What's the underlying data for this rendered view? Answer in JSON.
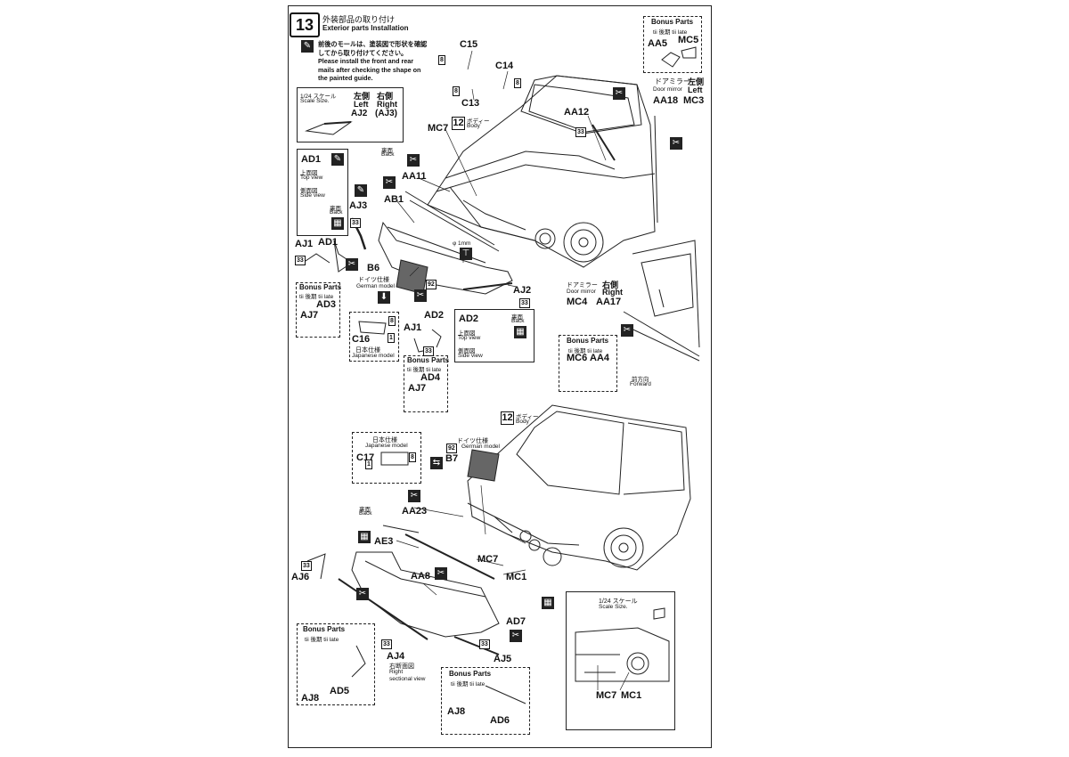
{
  "step": {
    "number": "13",
    "title_jp": "外装部品の取り付け",
    "title_en": "Exterior parts Installation"
  },
  "note": {
    "jp": "前後のモールは、塗装図で形状を確認してから取り付けてください。",
    "en": "Please install the front and rear mails after checking the shape on the painted guide."
  },
  "scale_box_top": {
    "title": "1/24 スケール",
    "subtitle": "Scale Size.",
    "left_jp": "左側",
    "left_en": "Left",
    "left_part": "AJ2",
    "right_jp": "右側",
    "right_en": "Right",
    "right_part": "(AJ3)"
  },
  "ad1_box": {
    "part": "AD1",
    "top_view_jp": "上面図",
    "top_view_en": "Top view",
    "side_view_jp": "側面図",
    "side_view_en": "Side view",
    "back_jp": "裏面",
    "back_en": "Back"
  },
  "bonus_top_right": {
    "title": "Bonus Parts",
    "sub": "tii 後期 tii late",
    "parts": [
      "AA5",
      "MC5"
    ]
  },
  "door_mirror_left": {
    "jp": "ドアミラー",
    "side_jp": "左側",
    "en": "Door mirror",
    "side_en": "Left",
    "parts": [
      "AA18",
      "MC3"
    ]
  },
  "door_mirror_right": {
    "jp": "ドアミラー",
    "side_jp": "右側",
    "en": "Door mirror",
    "side_en": "Right",
    "parts": [
      "MC4",
      "AA17"
    ]
  },
  "bonus_mirror_right": {
    "title": "Bonus Parts",
    "sub": "tii 後期 tii late",
    "parts": [
      "MC6",
      "AA4"
    ]
  },
  "forward": {
    "jp": "前方向",
    "en": "Forward"
  },
  "front_labels": {
    "C15": "C15",
    "C14": "C14",
    "C13": "C13",
    "MC7": "MC7",
    "AA12": "AA12",
    "AA11": "AA11",
    "AB1": "AB1",
    "AJ3": "AJ3",
    "AJ1": "AJ1",
    "AD1": "AD1",
    "B6": "B6",
    "AJ2": "AJ2",
    "AD2": "AD2",
    "AJ1b": "AJ1",
    "C16": "C16",
    "phi": "φ 1mm",
    "body_num": "12",
    "body_jp": "ボディー",
    "body_en": "Body",
    "back_jp": "裏面",
    "back_en": "Back",
    "german_jp": "ドイツ仕様",
    "german_en": "German model",
    "japan_jp": "日本仕様",
    "japan_en": "Japanese model"
  },
  "bonus_ad3": {
    "title": "Bonus Parts",
    "sub": "tii 後期 tii late",
    "parts": [
      "AD3",
      "AJ7"
    ]
  },
  "bonus_ad4": {
    "title": "Bonus Parts",
    "sub": "tii 後期 tii late",
    "parts": [
      "AD4",
      "AJ7"
    ]
  },
  "ad2_box": {
    "part": "AD2",
    "top_view_jp": "上面図",
    "top_view_en": "Top view",
    "side_view_jp": "側面図",
    "side_view_en": "Side view",
    "back_jp": "裏面",
    "back_en": "Back"
  },
  "rear_labels": {
    "body_num": "12",
    "body_jp": "ボディー",
    "body_en": "Body",
    "german_jp": "ドイツ仕様",
    "german_en": "German model",
    "B7": "B7",
    "japan_jp": "日本仕様",
    "japan_en": "Japanese model",
    "C17": "C17",
    "AA23": "AA23",
    "AE3": "AE3",
    "MC7": "MC7",
    "MC1": "MC1",
    "AJ6": "AJ6",
    "AA8": "AA8",
    "AD7": "AD7",
    "AJ5": "AJ5",
    "AJ4": "AJ4",
    "back_jp": "裏面",
    "back_en": "Back",
    "sect_jp": "右断面図",
    "sect_en1": "Right",
    "sect_en2": "sectional view"
  },
  "bonus_ad5": {
    "title": "Bonus Parts",
    "sub": "tii 後期 tii late",
    "parts": [
      "AJ8",
      "AD5"
    ]
  },
  "bonus_ad6": {
    "title": "Bonus Parts",
    "sub": "tii 後期 tii late",
    "parts": [
      "AJ8",
      "AD6"
    ]
  },
  "scale_box_bottom": {
    "title": "1/24 スケール",
    "subtitle": "Scale Size.",
    "parts": [
      "MC7",
      "MC1"
    ]
  },
  "paint_numbers": {
    "n8": "8",
    "n33": "33",
    "n1": "1",
    "n92": "92"
  }
}
